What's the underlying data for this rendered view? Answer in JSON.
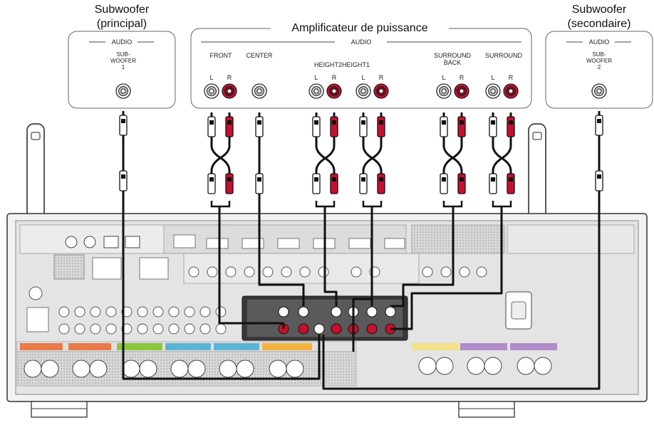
{
  "sub_main": {
    "title_line1": "Subwoofer",
    "title_line2": "(principal)",
    "audio": "AUDIO",
    "port_line1": "SUB-",
    "port_line2": "WOOFER",
    "port_line3": "1"
  },
  "amp": {
    "title": "Amplificateur de puissance",
    "audio": "AUDIO",
    "groups": [
      {
        "name": "FRONT",
        "l": "L",
        "r": "R"
      },
      {
        "name": "CENTER"
      },
      {
        "name": "HEIGHT2HEIGHT1",
        "l": "L",
        "r": "R",
        "l2": "L",
        "r2": "R"
      },
      {
        "name_line1": "SURROUND",
        "name_line2": "BACK",
        "l": "L",
        "r": "R"
      },
      {
        "name": "SURROUND",
        "l": "L",
        "r": "R"
      }
    ]
  },
  "sub_second": {
    "title_line1": "Subwoofer",
    "title_line2": "(secondaire)",
    "audio": "AUDIO",
    "port_line1": "SUB-",
    "port_line2": "WOOFER",
    "port_line3": "2"
  },
  "colors": {
    "red": "#c8102e",
    "cable": "#111111",
    "panel": "#dcdcdc",
    "speaker_front": "#e87a4a",
    "speaker_height": "#8cc63f",
    "speaker_surround": "#5ab4d6",
    "speaker_back": "#f3b33d",
    "speaker_purple": "#b08cc8"
  }
}
